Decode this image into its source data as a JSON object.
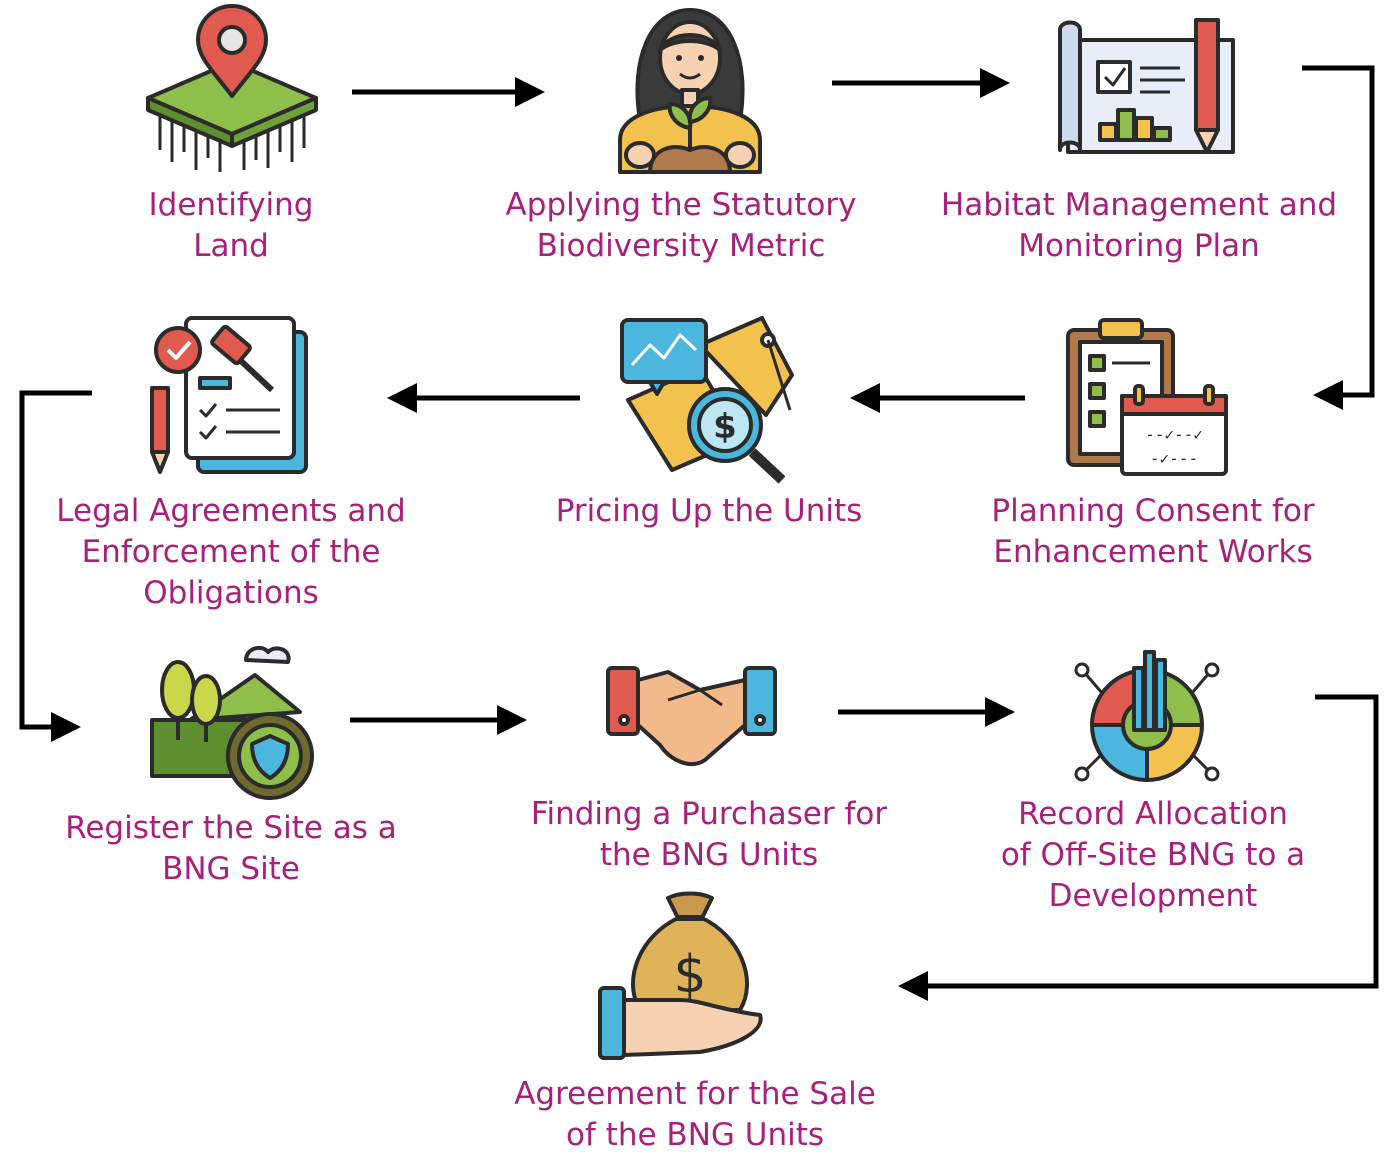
{
  "colors": {
    "label": "#a8207a",
    "arrow": "#000000",
    "outline": "#2b2b2b",
    "red": "#e05a4f",
    "green": "#8dbf4a",
    "yellow": "#f2c14e",
    "blue": "#4bb6de",
    "paper": "#e8eef8",
    "skin": "#f6d2b3",
    "bag": "#c99a4c"
  },
  "steps": [
    {
      "id": "identifying-land",
      "icon": "map-pin-land-icon",
      "lines": [
        "Identifying",
        "Land"
      ]
    },
    {
      "id": "applying-metric",
      "icon": "woman-with-seedling-icon",
      "lines": [
        "Applying the Statutory",
        "Biodiversity Metric"
      ]
    },
    {
      "id": "habitat-plan",
      "icon": "blueprint-with-pencil-icon",
      "lines": [
        "Habitat Management and",
        "Monitoring Plan"
      ]
    },
    {
      "id": "planning-consent",
      "icon": "clipboard-calendar-icon",
      "lines": [
        "Planning Consent for",
        "Enhancement Works"
      ]
    },
    {
      "id": "pricing-units",
      "icon": "price-analysis-icon",
      "lines": [
        "Pricing Up the Units"
      ]
    },
    {
      "id": "legal-agreements",
      "icon": "legal-document-gavel-icon",
      "lines": [
        "Legal Agreements and",
        "Enforcement of the",
        "Obligations"
      ]
    },
    {
      "id": "register-site",
      "icon": "protected-landscape-icon",
      "lines": [
        "Register the Site as a",
        "BNG Site"
      ]
    },
    {
      "id": "finding-purchaser",
      "icon": "handshake-icon",
      "lines": [
        "Finding a Purchaser for",
        "the BNG Units"
      ]
    },
    {
      "id": "record-allocation",
      "icon": "allocation-chart-icon",
      "lines": [
        "Record Allocation",
        "of Off-Site BNG to a",
        "Development"
      ]
    },
    {
      "id": "agreement-sale",
      "icon": "money-bag-hand-icon",
      "lines": [
        "Agreement for the Sale",
        "of the BNG Units"
      ]
    }
  ],
  "flow": [
    [
      "identifying-land",
      "applying-metric"
    ],
    [
      "applying-metric",
      "habitat-plan"
    ],
    [
      "habitat-plan",
      "planning-consent"
    ],
    [
      "planning-consent",
      "pricing-units"
    ],
    [
      "pricing-units",
      "legal-agreements"
    ],
    [
      "legal-agreements",
      "register-site"
    ],
    [
      "register-site",
      "finding-purchaser"
    ],
    [
      "finding-purchaser",
      "record-allocation"
    ],
    [
      "record-allocation",
      "agreement-sale"
    ]
  ]
}
